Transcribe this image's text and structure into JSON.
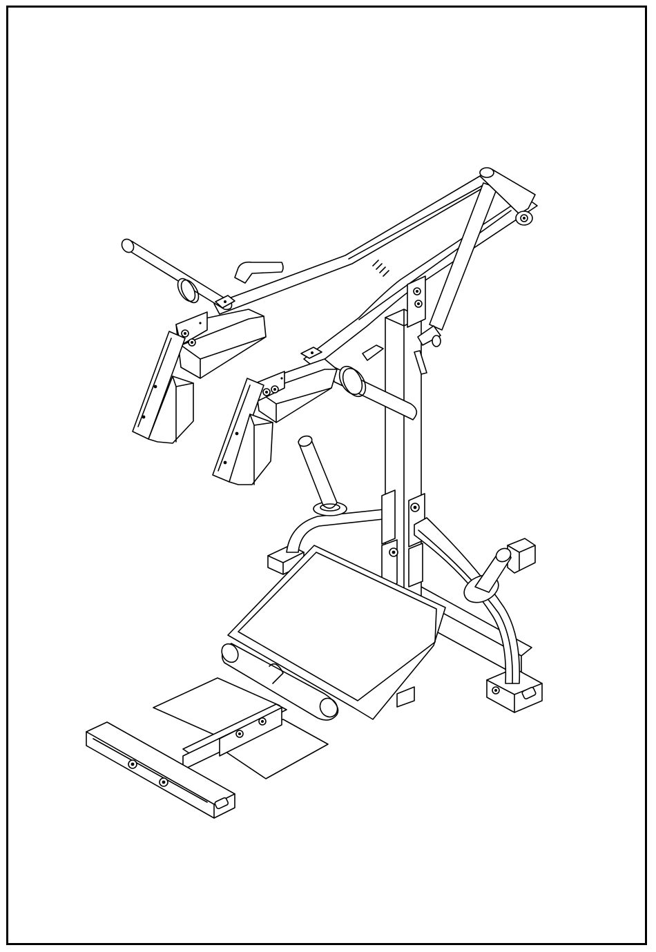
{
  "diagram": {
    "kind": "isometric line drawing",
    "line_color": "#000000",
    "background_color": "#ffffff",
    "components": [
      "frame-border",
      "top-lever-arm",
      "left-handle",
      "left-shoulder-pad",
      "right-shoulder-pad",
      "right-handle",
      "vertical-column",
      "weight-horn-left",
      "weight-horn-right",
      "base-frame",
      "foot-platform",
      "calf-roller",
      "front-base-bar",
      "foot-plates",
      "end-cap-icon",
      "bolt-icon"
    ]
  }
}
